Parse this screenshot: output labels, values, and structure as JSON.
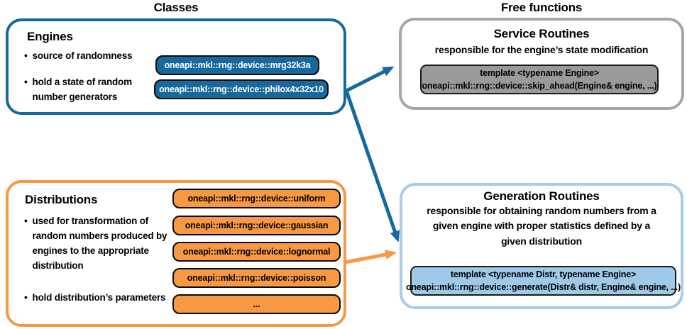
{
  "columns": {
    "classes_label": "Classes",
    "free_functions_label": "Free functions"
  },
  "engines": {
    "title": "Engines",
    "bullets": [
      "source of randomness",
      "hold a state of random number generators"
    ],
    "classes": [
      "oneapi::mkl::rng::device::mrg32k3a",
      "oneapi::mkl::rng::device::philox4x32x10"
    ]
  },
  "distributions": {
    "title": "Distributions",
    "bullets": [
      "used for transformation of random numbers produced by engines to the appropriate distribution",
      "hold distribution’s parameters"
    ],
    "classes": [
      "oneapi::mkl::rng::device::uniform",
      "oneapi::mkl::rng::device::gaussian",
      "oneapi::mkl::rng::device::lognormal",
      "oneapi::mkl::rng::device::poisson",
      "..."
    ]
  },
  "service_routines": {
    "title": "Service Routines",
    "subtitle": "responsible for the engine’s state modification",
    "code": [
      "template <typename Engine>",
      "oneapi::mkl::rng::device::skip_ahead(Engine& engine, ...)"
    ]
  },
  "generation_routines": {
    "title": "Generation Routines",
    "subtitle": "responsible for obtaining random numbers from a given engine with proper statistics defined by a given distribution",
    "code": [
      "template <typename Distr, typename Engine>",
      "oneapi::mkl::rng::device::generate(Distr& distr, Engine& engine, ...)"
    ]
  },
  "arrows": [
    {
      "from": "engines",
      "to": "service_routines",
      "color": "#16699e"
    },
    {
      "from": "engines",
      "to": "generation_routines",
      "color": "#16699e"
    },
    {
      "from": "distributions",
      "to": "generation_routines",
      "color": "#f79843"
    }
  ],
  "colors": {
    "engine_blue": "#16699e",
    "distribution_orange": "#f79843",
    "service_gray_border": "#a6a6a6",
    "service_gray_fill": "#9a9a9a",
    "generation_blue_border": "#a8cbe8",
    "generation_blue_fill": "#9ecae8"
  }
}
